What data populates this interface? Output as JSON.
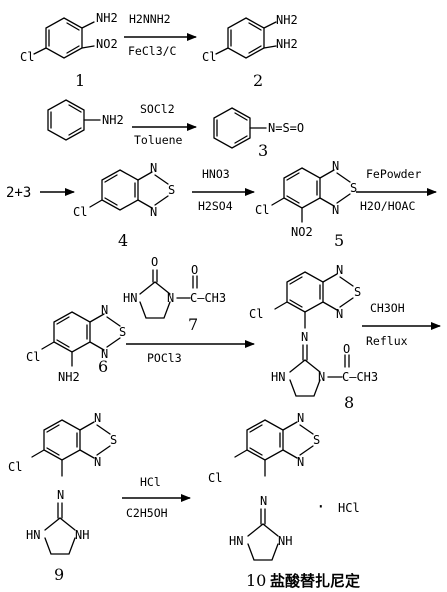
{
  "compounds": {
    "c1": {
      "number": "1",
      "nh2": "NH2",
      "no2": "NO2",
      "cl": "Cl"
    },
    "c2": {
      "number": "2",
      "nh2_top": "NH2",
      "nh2_bottom": "NH2",
      "cl": "Cl"
    },
    "aniline": {
      "nh2": "NH2"
    },
    "c3": {
      "number": "3",
      "group": "N=S=O"
    },
    "c4": {
      "number": "4",
      "n_top": "N",
      "s": "S",
      "n_bottom": "N",
      "cl": "Cl"
    },
    "c5": {
      "number": "5",
      "n_top": "N",
      "s": "S",
      "n_bottom": "N",
      "cl": "Cl",
      "no2": "NO2"
    },
    "c6": {
      "number": "6",
      "n_top": "N",
      "s": "S",
      "n_bottom": "N",
      "cl": "Cl",
      "nh2": "NH2"
    },
    "c7": {
      "number": "7",
      "o": "O",
      "hn": "HN",
      "n": "N",
      "acetyl": "C—CH3",
      "o_acetyl": "O"
    },
    "c8": {
      "number": "8",
      "n_top": "N",
      "s": "S",
      "n_bottom": "N",
      "cl": "Cl",
      "imine_n": "N",
      "hn": "HN",
      "n_ring": "N",
      "acetyl": "C—CH3",
      "o_acetyl": "O"
    },
    "c9": {
      "number": "9",
      "n_top": "N",
      "s": "S",
      "n_bottom": "N",
      "cl": "Cl",
      "imine_n": "N",
      "hn_left": "HN",
      "nh_right": "NH"
    },
    "c10": {
      "number": "10",
      "n_top": "N",
      "s": "S",
      "n_bottom": "N",
      "cl": "Cl",
      "imine_n": "N",
      "hn_left": "HN",
      "nh_right": "NH",
      "dot": "·",
      "salt": "HCl",
      "name": "盐酸替扎尼定"
    }
  },
  "reagents": {
    "r1_top": "H2NNH2",
    "r1_bottom": "FeCl3/C",
    "r2_top": "SOCl2",
    "r2_bottom": "Toluene",
    "r3_label": "2+3",
    "r4_top": "HNO3",
    "r4_bottom": "H2SO4",
    "r5_top": "FePowder",
    "r5_bottom": "H2O/HOAC",
    "r6_bottom": "POCl3",
    "r7_top": "CH3OH",
    "r7_bottom": "Reflux",
    "r8_top": "HCl",
    "r8_bottom": "C2H5OH"
  }
}
